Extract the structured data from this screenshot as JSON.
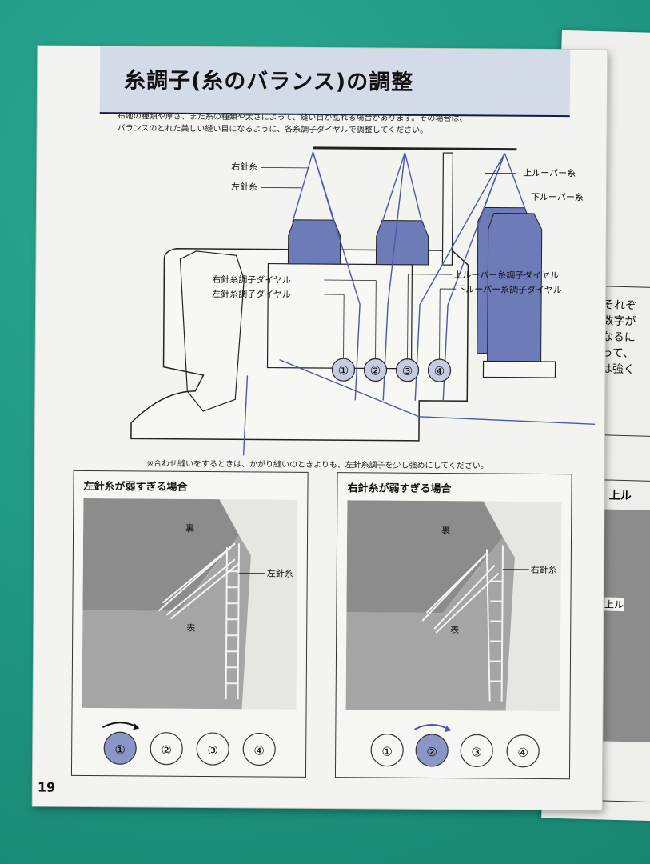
{
  "title": "糸調子(糸のバランス)の調整",
  "intro_lines": [
    "布地の種類や厚さ、また糸の種類や太さによって、縫い目が乱れる場合があります。その場合は、",
    "バランスのとれた美しい縫い目になるように、各糸調子ダイヤルで調整してください。"
  ],
  "diagram_labels": {
    "right_needle": "右針糸",
    "left_needle": "左針糸",
    "upper_looper": "上ルーパー糸",
    "lower_looper": "下ルーパー糸",
    "right_dial": "右針糸調子ダイヤル",
    "left_dial": "左針糸調子ダイヤル",
    "upper_dial": "上ルーパー糸調子ダイヤル",
    "lower_dial": "下ルーパー糸調子ダイヤル"
  },
  "dial_marks": [
    "①",
    "②",
    "③",
    "④"
  ],
  "note": "※合わせ縫いをするときは、かがり縫いのときよりも、左針糸調子を少し強めにしてください。",
  "panels": [
    {
      "title": "左針糸が弱すぎる場合",
      "back": "裏",
      "front": "表",
      "thread": "左針糸",
      "selected": 0
    },
    {
      "title": "右針糸が弱すぎる場合",
      "back": "裏",
      "front": "表",
      "thread": "右針糸",
      "selected": 1
    }
  ],
  "right_page": {
    "fragment_lines": [
      "それぞ",
      "数字が",
      "なるに",
      "って、",
      "は強く"
    ],
    "panel_title": "上ル",
    "panel_label": "上ル"
  },
  "page_number": "19",
  "colors": {
    "accent_blue": "#6d7bb8",
    "title_band": "#d3dae8",
    "felt": "#1f9a86"
  }
}
